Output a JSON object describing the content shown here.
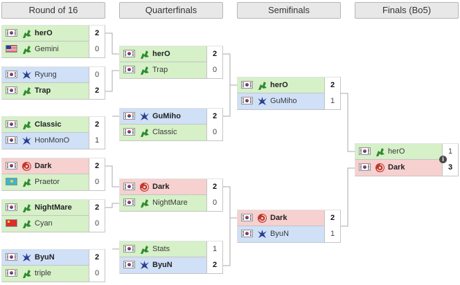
{
  "headers": [
    "Round of 16",
    "Quarterfinals",
    "Semifinals",
    "Finals (Bo5)"
  ],
  "matches": [
    {
      "round": 0,
      "players": [
        {
          "name": "herO",
          "flag": "kr",
          "race": "terran",
          "score": "2",
          "winner": true
        },
        {
          "name": "Gemini",
          "flag": "us",
          "race": "terran",
          "score": "0",
          "winner": false
        }
      ]
    },
    {
      "round": 0,
      "players": [
        {
          "name": "Ryung",
          "flag": "kr",
          "race": "protoss",
          "score": "0",
          "winner": false
        },
        {
          "name": "Trap",
          "flag": "kr",
          "race": "terran",
          "score": "2",
          "winner": true
        }
      ]
    },
    {
      "round": 0,
      "players": [
        {
          "name": "Classic",
          "flag": "kr",
          "race": "terran",
          "score": "2",
          "winner": true
        },
        {
          "name": "HonMonO",
          "flag": "kr",
          "race": "protoss",
          "score": "1",
          "winner": false
        }
      ]
    },
    {
      "round": 0,
      "players": [
        {
          "name": "Dark",
          "flag": "kr",
          "race": "zerg",
          "score": "2",
          "winner": true
        },
        {
          "name": "Praetor",
          "flag": "kz",
          "race": "terran",
          "score": "0",
          "winner": false
        }
      ]
    },
    {
      "round": 0,
      "players": [
        {
          "name": "NightMare",
          "flag": "kr",
          "race": "terran",
          "score": "2",
          "winner": true
        },
        {
          "name": "Cyan",
          "flag": "cn",
          "race": "terran",
          "score": "0",
          "winner": false
        }
      ]
    },
    {
      "round": 0,
      "players": [
        {
          "name": "ByuN",
          "flag": "kr",
          "race": "protoss",
          "score": "2",
          "winner": true
        },
        {
          "name": "triple",
          "flag": "kr",
          "race": "terran",
          "score": "0",
          "winner": false
        }
      ]
    },
    {
      "round": 1,
      "players": [
        {
          "name": "herO",
          "flag": "kr",
          "race": "terran",
          "score": "2",
          "winner": true
        },
        {
          "name": "Trap",
          "flag": "kr",
          "race": "terran",
          "score": "0",
          "winner": false
        }
      ]
    },
    {
      "round": 1,
      "players": [
        {
          "name": "GuMiho",
          "flag": "kr",
          "race": "protoss",
          "score": "2",
          "winner": true
        },
        {
          "name": "Classic",
          "flag": "kr",
          "race": "terran",
          "score": "0",
          "winner": false
        }
      ]
    },
    {
      "round": 1,
      "players": [
        {
          "name": "Dark",
          "flag": "kr",
          "race": "zerg",
          "score": "2",
          "winner": true
        },
        {
          "name": "NightMare",
          "flag": "kr",
          "race": "terran",
          "score": "0",
          "winner": false
        }
      ]
    },
    {
      "round": 1,
      "players": [
        {
          "name": "Stats",
          "flag": "kr",
          "race": "terran",
          "score": "1",
          "winner": false
        },
        {
          "name": "ByuN",
          "flag": "kr",
          "race": "protoss",
          "score": "2",
          "winner": true
        }
      ]
    },
    {
      "round": 2,
      "players": [
        {
          "name": "herO",
          "flag": "kr",
          "race": "terran",
          "score": "2",
          "winner": true
        },
        {
          "name": "GuMiho",
          "flag": "kr",
          "race": "protoss",
          "score": "1",
          "winner": false
        }
      ]
    },
    {
      "round": 2,
      "players": [
        {
          "name": "Dark",
          "flag": "kr",
          "race": "zerg",
          "score": "2",
          "winner": true
        },
        {
          "name": "ByuN",
          "flag": "kr",
          "race": "protoss",
          "score": "1",
          "winner": false
        }
      ]
    },
    {
      "round": 3,
      "players": [
        {
          "name": "herO",
          "flag": "kr",
          "race": "terran",
          "score": "1",
          "winner": false
        },
        {
          "name": "Dark",
          "flag": "kr",
          "race": "zerg",
          "score": "3",
          "winner": true
        }
      ]
    }
  ],
  "info_icon": "i"
}
